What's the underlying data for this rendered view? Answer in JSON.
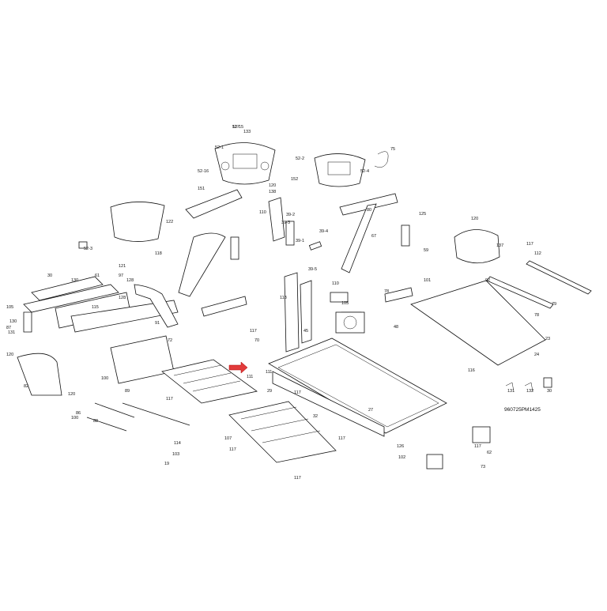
{
  "diagram": {
    "drawing_code": "960725PM1425",
    "labels": [
      "52-15",
      "133",
      "52-1",
      "52-16",
      "151",
      "152",
      "52-2",
      "52-4",
      "75",
      "120",
      "138",
      "110",
      "39-2",
      "39-3",
      "39-1",
      "39-4",
      "39-5",
      "80",
      "67",
      "125",
      "59",
      "61",
      "97",
      "122",
      "121",
      "118",
      "52-3",
      "120",
      "137",
      "117",
      "112",
      "113",
      "101",
      "79",
      "78",
      "78",
      "92",
      "24",
      "23",
      "128",
      "115",
      "116",
      "131",
      "132",
      "30",
      "117",
      "70",
      "48",
      "45",
      "110",
      "105",
      "111",
      "117",
      "30",
      "130",
      "128",
      "105",
      "130",
      "131",
      "87",
      "86",
      "100",
      "72",
      "91",
      "89",
      "88",
      "19",
      "103",
      "114",
      "107",
      "27",
      "126",
      "102",
      "73",
      "117",
      "62",
      "117"
    ],
    "lower_labels": [
      "120",
      "82",
      "120",
      "100",
      "111",
      "29",
      "32",
      "117",
      "117",
      "117",
      "117"
    ]
  }
}
